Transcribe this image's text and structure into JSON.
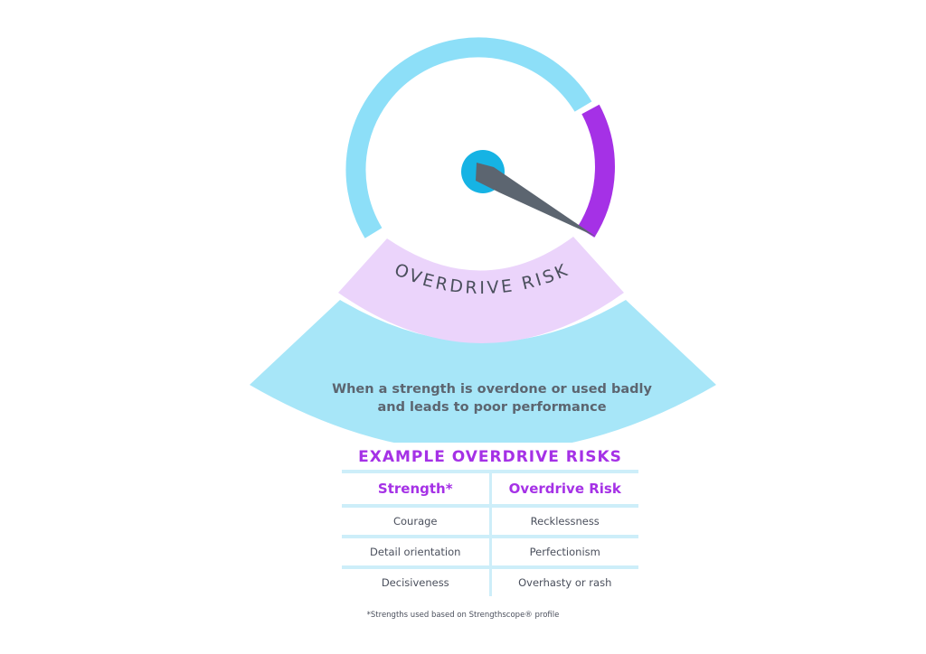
{
  "gauge_label": "OVERDRIVE RISK",
  "definition": {
    "line1": "When a strength is overdone or used badly",
    "line2": "and leads to poor performance"
  },
  "table": {
    "title": "EXAMPLE OVERDRIVE RISKS",
    "headers": [
      "Strength*",
      "Overdrive Risk"
    ],
    "rows": [
      [
        "Courage",
        "Recklessness"
      ],
      [
        "Detail orientation",
        "Perfectionism"
      ],
      [
        "Decisiveness",
        "Overhasty or rash"
      ]
    ]
  },
  "footnote": "*Strengths used based on Strengthscope® profile",
  "colors": {
    "gauge_blue": "#8ddff8",
    "gauge_purple": "#a531e6",
    "label_band": "#ebd4fb",
    "definition_band": "#a7e6f8",
    "hub": "#16b3e4",
    "needle": "#5c6570",
    "accent_text": "#a531e6",
    "body_text": "#4a4f5c",
    "table_lines": "#cdeef9"
  }
}
